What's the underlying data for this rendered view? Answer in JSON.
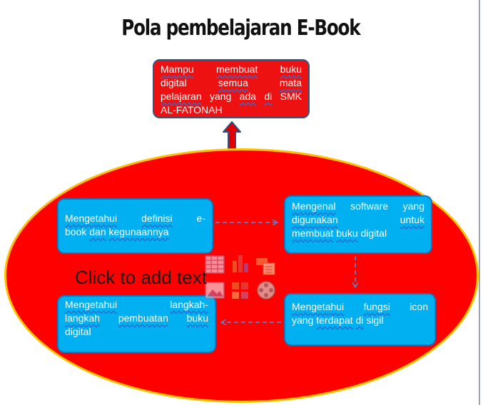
{
  "title": "Pola pembelajaran E-Book",
  "goal": {
    "line1": [
      "Mampu",
      "membuat",
      "buku"
    ],
    "line2": [
      "digital",
      "semua",
      "mata"
    ],
    "line3": [
      "pelajaran",
      "yang",
      "ada",
      "di",
      "SMK"
    ],
    "line4": "AL-FATONAH"
  },
  "steps": {
    "definisi": {
      "line1": [
        "Mengetahui",
        "definisi",
        "e-"
      ],
      "line2": [
        "book",
        "dan",
        "kegunaannya"
      ]
    },
    "software": {
      "line1": [
        "Mengenal",
        "software",
        "yang"
      ],
      "line2": [
        "digunakan",
        "untuk"
      ],
      "line3": [
        "membuat",
        "buku",
        "digital"
      ]
    },
    "fungsi": {
      "line1": [
        "Mengetahui",
        "fungsi",
        "icon"
      ],
      "line2": [
        "yang",
        "terdapat",
        "di",
        "sigil"
      ]
    },
    "langkah": {
      "line1": [
        "Mengetahui",
        "langkah-"
      ],
      "line2": [
        "langkah",
        "pembuatan",
        "buku"
      ],
      "line3": "digital"
    }
  },
  "placeholder": {
    "text": "Click to add text"
  },
  "placeholder_icons": [
    "table-icon",
    "bar-chart-icon",
    "smartart-icon",
    "picture-icon",
    "clip-art-icon",
    "media-clip-icon"
  ],
  "colors": {
    "goal_fill": "#ee1111",
    "ellipse_fill": "#ff0000",
    "ellipse_border": "#ffc000",
    "step_fill": "#00b0f0",
    "connector": "#5b7fc8"
  }
}
